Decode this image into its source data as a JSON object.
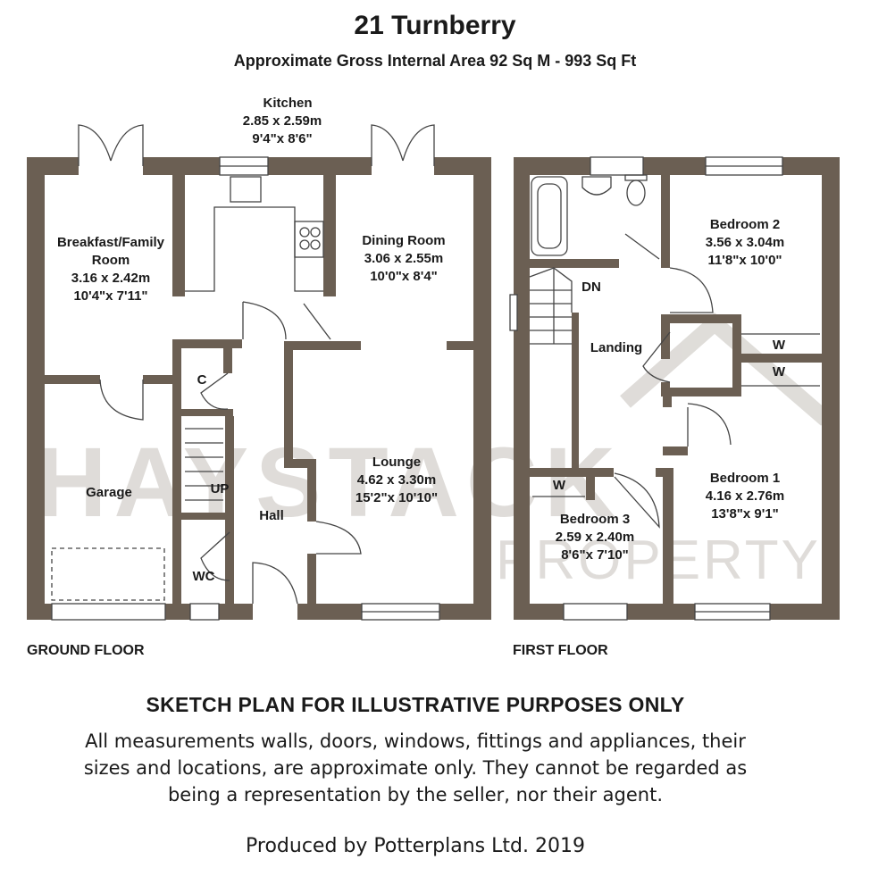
{
  "header": {
    "title": "21 Turnberry",
    "subtitle": "Approximate Gross Internal Area 92 Sq M - 993 Sq Ft"
  },
  "watermark": {
    "line1": "HAYSTACK",
    "line2": "PROPERTY"
  },
  "colors": {
    "wall": "#6b5f53",
    "watermark": "#d9d6d2",
    "background": "#ffffff"
  },
  "ground_floor": {
    "label": "GROUND FLOOR",
    "rooms": {
      "kitchen": {
        "name": "Kitchen",
        "metric": "2.85 x 2.59m",
        "imperial": "9'4\"x 8'6\""
      },
      "breakfast": {
        "name_line1": "Breakfast/Family",
        "name_line2": "Room",
        "metric": "3.16 x 2.42m",
        "imperial": "10'4\"x 7'11\""
      },
      "dining": {
        "name": "Dining Room",
        "metric": "3.06 x 2.55m",
        "imperial": "10'0\"x 8'4\""
      },
      "lounge": {
        "name": "Lounge",
        "metric": "4.62 x 3.30m",
        "imperial": "15'2\"x 10'10\""
      },
      "garage": {
        "name": "Garage"
      },
      "hall": {
        "name": "Hall"
      },
      "cupboard": {
        "name": "C"
      },
      "wc": {
        "name": "WC"
      },
      "stairs_up": {
        "name": "UP"
      }
    }
  },
  "first_floor": {
    "label": "FIRST FLOOR",
    "rooms": {
      "bedroom2": {
        "name": "Bedroom 2",
        "metric": "3.56 x 3.04m",
        "imperial": "11'8\"x 10'0\""
      },
      "bedroom1": {
        "name": "Bedroom 1",
        "metric": "4.16 x 2.76m",
        "imperial": "13'8\"x 9'1\""
      },
      "bedroom3": {
        "name": "Bedroom 3",
        "metric": "2.59 x 2.40m",
        "imperial": "8'6\"x 7'10\""
      },
      "landing": {
        "name": "Landing"
      },
      "wardrobe_a": {
        "name": "W"
      },
      "wardrobe_b": {
        "name": "W"
      },
      "wardrobe_c": {
        "name": "W"
      },
      "stairs_dn": {
        "name": "DN"
      }
    }
  },
  "footer": {
    "heading": "SKETCH PLAN FOR ILLUSTRATIVE PURPOSES ONLY",
    "disclaimer_line1": "All measurements walls, doors, windows, fittings and appliances, their",
    "disclaimer_line2": "sizes and locations, are approximate only. They cannot be regarded as",
    "disclaimer_line3": "being a representation by the seller, nor their agent.",
    "credit": "Produced by Potterplans Ltd. 2019"
  }
}
